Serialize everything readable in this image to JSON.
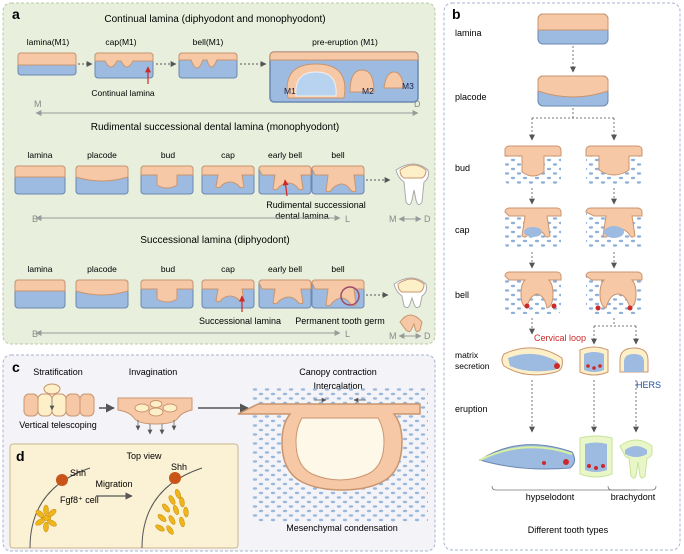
{
  "panel_a": {
    "letter": "a",
    "section1": {
      "title": "Continual lamina (diphyodont and monophyodont)",
      "stages": [
        "lamina(M1)",
        "cap(M1)",
        "bell(M1)",
        "pre-eruption (M1)"
      ],
      "annotation": "Continual lamina",
      "molars": [
        "M1",
        "M2",
        "M3"
      ],
      "axis_start": "M",
      "axis_end": "D"
    },
    "section2": {
      "title": "Rudimental successional dental lamina (monophyodont)",
      "stages": [
        "lamina",
        "placode",
        "bud",
        "cap",
        "early bell",
        "bell"
      ],
      "annotation_line1": "Rudimental successional",
      "annotation_line2": "dental lamina",
      "axis_start": "B",
      "axis_end": "L",
      "orientation_start": "M",
      "orientation_end": "D"
    },
    "section3": {
      "title": "Successional lamina (diphyodont)",
      "stages": [
        "lamina",
        "placode",
        "bud",
        "cap",
        "early bell",
        "bell"
      ],
      "annotation_left": "Successional lamina",
      "annotation_right": "Permanent tooth germ",
      "axis_start": "B",
      "axis_end": "L",
      "orientation_start": "M",
      "orientation_end": "D"
    }
  },
  "panel_b": {
    "letter": "b",
    "stages": [
      "lamina",
      "placode",
      "bud",
      "cap",
      "bell",
      "matrix secretion",
      "eruption"
    ],
    "cervical_loop": "Cervical loop",
    "hers": "HERS",
    "hypselodont": "hypselodont",
    "brachydont": "brachydont",
    "footer": "Different tooth types"
  },
  "panel_c": {
    "letter": "c",
    "stratification": "Stratification",
    "vertical_telescoping": "Vertical telescoping",
    "invagination": "Invagination",
    "canopy_contraction": "Canopy contraction",
    "intercalation": "Intercalation",
    "mesenchymal_condensation": "Mesenchymal condensation"
  },
  "panel_d": {
    "letter": "d",
    "top_view": "Top view",
    "shh_left": "Shh",
    "fgf8_cell": "Fgf8⁺ cell",
    "migration": "Migration",
    "shh_right": "Shh"
  },
  "colors": {
    "epithelium": "#f7c8a6",
    "mesenchyme": "#9dbbe0",
    "panel_a_bg": "#e8f0dd",
    "panel_c_bg": "#f3f3f8",
    "panel_d_bg": "#fbf1d4",
    "accent_red": "#cc2a2a",
    "fgf8_yellow": "#f0b51a",
    "shh_orange": "#c9541a"
  }
}
